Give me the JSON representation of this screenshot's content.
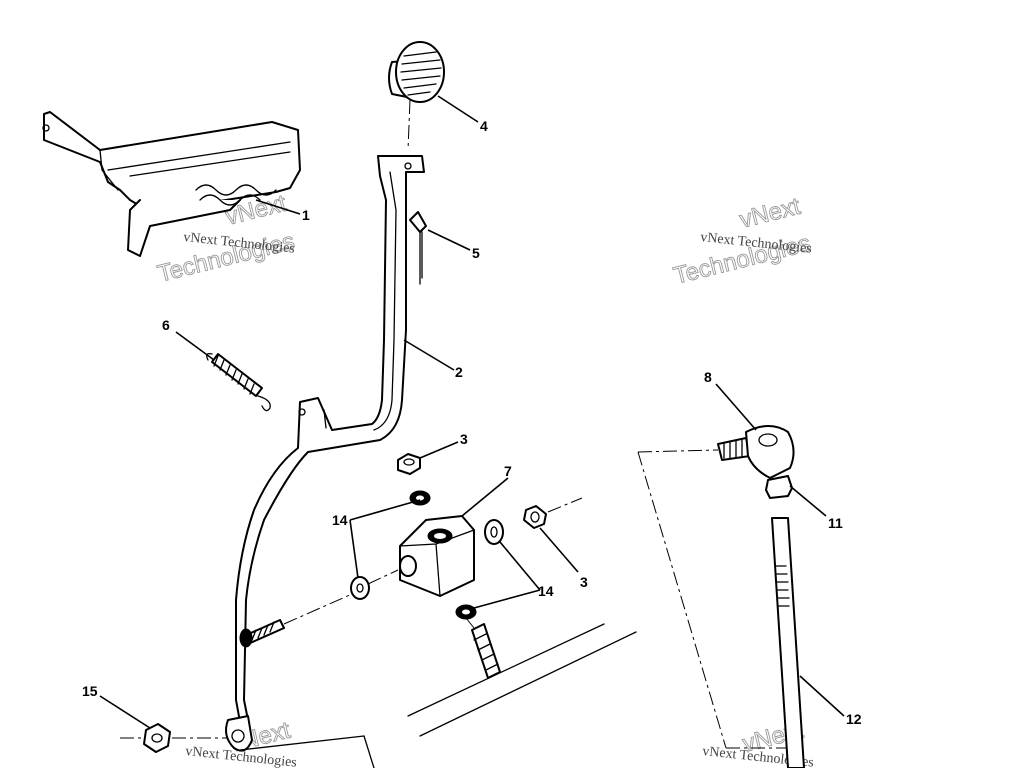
{
  "callouts": {
    "c1": "1",
    "c2": "2",
    "c3a": "3",
    "c3b": "3",
    "c4": "4",
    "c5": "5",
    "c6": "6",
    "c7": "7",
    "c8": "8",
    "c11": "11",
    "c12": "12",
    "c14a": "14",
    "c14b": "14",
    "c15": "15"
  },
  "watermarks": {
    "logo_line1": "vNext",
    "logo_line2": "Technologies",
    "caption": "vNext Technologies"
  },
  "parts": {
    "p1": "pedal-pad-bracket-icon",
    "p2": "brake-pedal-arm-icon",
    "p3": "nut-icon",
    "p4": "pedal-pad-cap-icon",
    "p5": "cotter-pin-icon",
    "p6": "extension-spring-icon",
    "p7": "pivot-block-icon",
    "p8": "ball-joint-icon",
    "p11": "jam-nut-icon",
    "p12": "threaded-rod-icon",
    "p14": "washer-icon",
    "p15": "lock-nut-icon"
  }
}
